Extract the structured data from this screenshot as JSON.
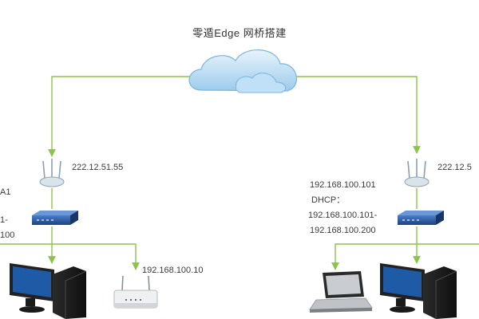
{
  "title": "零遁Edge 网桥搭建",
  "left_site": {
    "ap_ip": "222.12.51.55",
    "cut_label_1": "A1",
    "cut_label_2": "1-",
    "cut_label_3": "100",
    "printer_ip": "192.168.100.10"
  },
  "right_site": {
    "ap_ip": "222.12.5",
    "lan_ip": "192.168.100.101",
    "dhcp_label": "DHCP：",
    "dhcp_range_1": "192.168.100.101-",
    "dhcp_range_2": "192.168.100.200"
  },
  "colors": {
    "link_line": "#8cc34a",
    "switch_blue": "#2f5fa8",
    "monitor_blue": "#1f5aa6"
  },
  "icons": [
    "cloud-icon",
    "wifi-ap-icon",
    "switch-icon",
    "desktop-pc-icon",
    "router-icon",
    "laptop-icon"
  ]
}
